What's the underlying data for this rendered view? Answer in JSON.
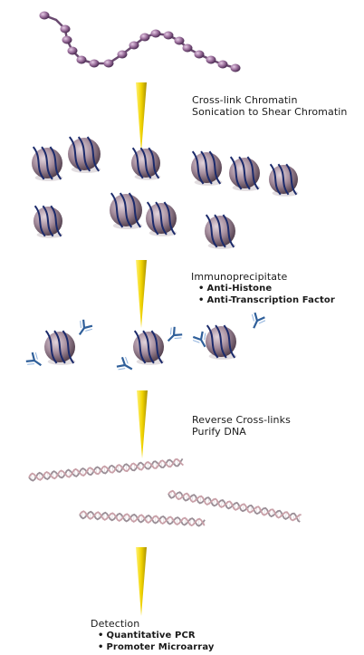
{
  "steps": [
    {
      "lines": [
        "Cross-link Chromatin",
        "Sonication to Shear Chromatin"
      ],
      "bullets": []
    },
    {
      "lines": [
        "Immunoprecipitate"
      ],
      "bullets": [
        "Anti-Histone",
        "Anti-Transcription Factor"
      ]
    },
    {
      "lines": [
        "Reverse Cross-links",
        "Purify DNA"
      ],
      "bullets": []
    },
    {
      "lines": [
        "Detection"
      ],
      "bullets": [
        "Quantitative PCR",
        "Promoter Microarray"
      ]
    }
  ],
  "colors": {
    "bead": "#8f6f95",
    "nucleosome": "#9a8290",
    "dna_wrap": "#1b2a6b",
    "antibody": "#2f5f9a",
    "arrow": "#f2d500",
    "dna_strand_a": "#9a8e96",
    "dna_strand_b": "#c9a0a8"
  }
}
